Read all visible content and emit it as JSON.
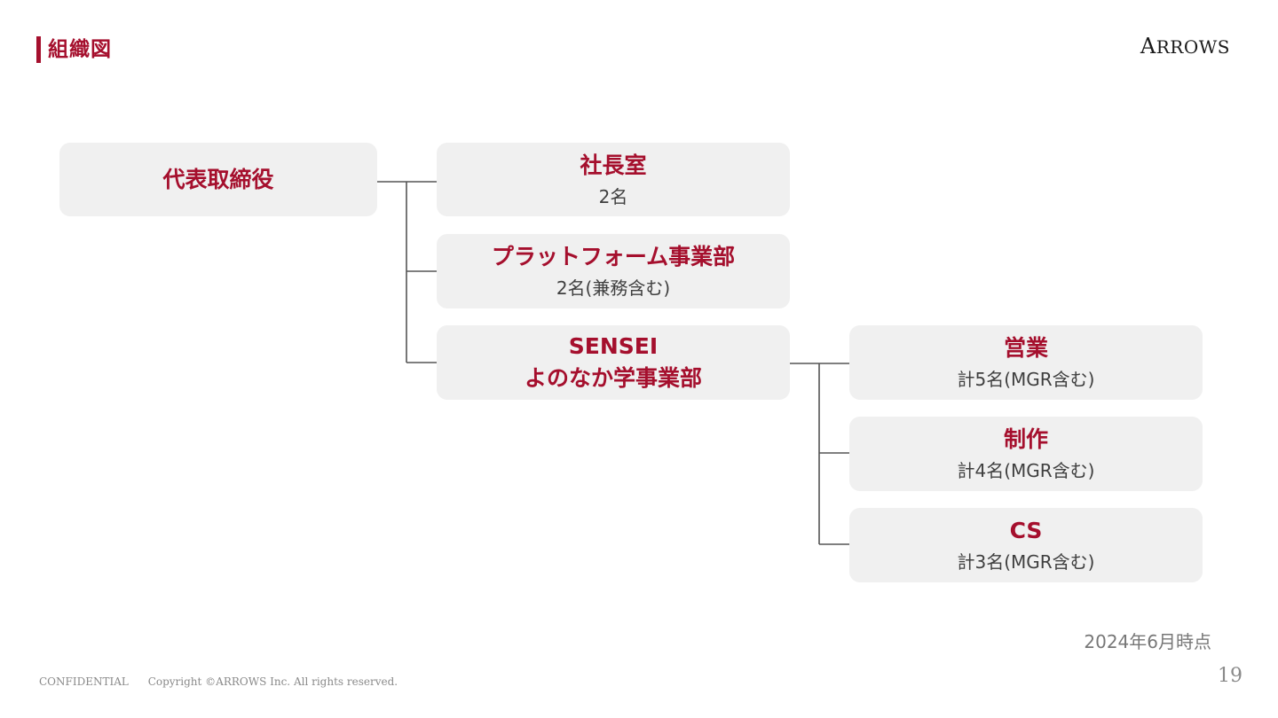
{
  "header": {
    "title": "組織図",
    "logo_initial": "A",
    "logo_rest": "RROWS"
  },
  "colors": {
    "accent": "#a50f2d",
    "box_fill": "#f0f0f0",
    "connector": "#555555"
  },
  "org": {
    "root": {
      "name": "代表取締役"
    },
    "president_office": {
      "name": "社長室",
      "count": "2名"
    },
    "platform": {
      "name": "プラットフォーム事業部",
      "count": "2名(兼務含む)"
    },
    "sensei": {
      "name_line1": "SENSEI",
      "name_line2": "よのなか学事業部"
    },
    "sales": {
      "name": "営業",
      "count": "計5名(MGR含む)"
    },
    "production": {
      "name": "制作",
      "count": "計4名(MGR含む)"
    },
    "cs": {
      "name": "CS",
      "count": "計3名(MGR含む)"
    }
  },
  "as_of": "2024年6月時点",
  "footer": {
    "confidential": "CONFIDENTIAL",
    "copyright": "Copyright ©ARROWS Inc. All rights reserved."
  },
  "page_number": "19"
}
